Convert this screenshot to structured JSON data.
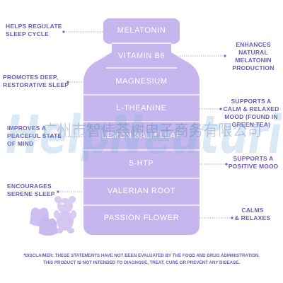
{
  "bottle": {
    "bands": [
      "MELATONIN",
      "VITAMIN B6",
      "MAGNESIUM",
      "L-THEANINE",
      "LEMON BALM LEAF",
      "5-HTP",
      "VALERIAN ROOT",
      "PASSION FLOWER"
    ]
  },
  "left_notes": [
    {
      "lines": [
        "HELPS REGULATE",
        "SLEEP CYCLE"
      ]
    },
    {
      "lines": [
        "PROMOTES DEEP,",
        "RESTORATIVE SLEEP"
      ]
    },
    {
      "lines": [
        "IMPROVES A",
        "PEACEFUL STATE",
        "OF MIND"
      ]
    },
    {
      "lines": [
        "ENCOURAGES",
        "SERENE SLEEP"
      ]
    }
  ],
  "right_notes": [
    {
      "lines": [
        "ENHANCES",
        "NATURAL",
        "MELATONIN",
        "PRODUCTION"
      ]
    },
    {
      "lines": [
        "SUPPORTS A",
        "CALM & RELAXED",
        "MOOD (FOUND IN",
        "GREEN TEA)"
      ]
    },
    {
      "lines": [
        "SUPPORTS A",
        "POSITIVE MOOD"
      ]
    },
    {
      "lines": [
        "CALMS",
        "& RELAXES"
      ]
    }
  ],
  "disclaimer": {
    "line1": "*DISCLAIMER: THESE STATEMENTS HAVE NOT BEEN EVALUATED BY THE FOOD AND DRUG ADMINISTRATION.",
    "line2": "THIS PRODUCT IS NOT INTENDED TO DIAGNOSE, TREAT, CURE OR PREVENT ANY DISEASE."
  },
  "watermark": {
    "text": "HelpNeuturi",
    "cn_text": "广州市智伟荟树电子商务有限公司"
  },
  "colors": {
    "bottle": "#c5b6ee",
    "band": "#b3a1e6",
    "band_dark": "#a896e0",
    "label_text": "#ffffff",
    "note_text": "#6f5bb3",
    "accent": "#7a62c4",
    "gummy": "#d8ccf5"
  }
}
